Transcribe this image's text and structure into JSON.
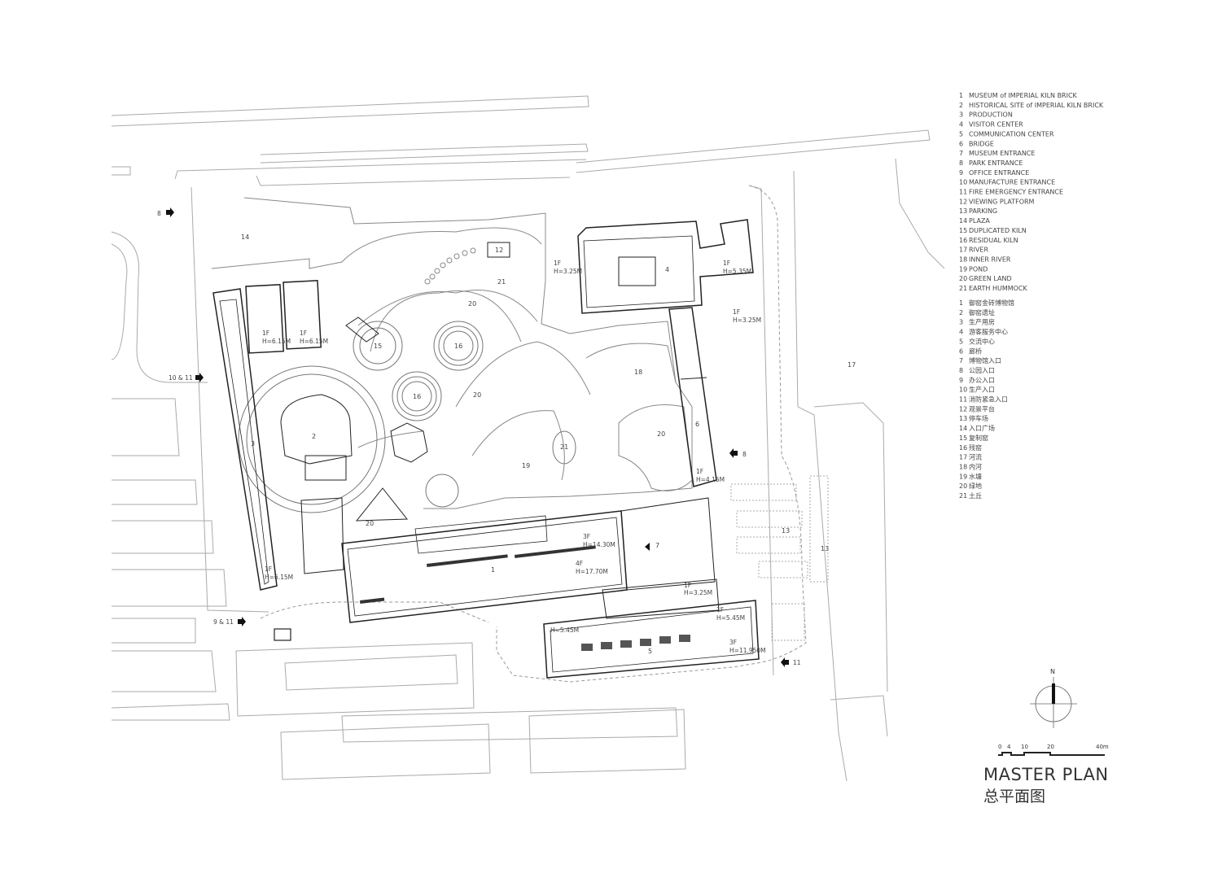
{
  "legend_en": [
    {
      "no": "1",
      "text": "MUSEUM of IMPERIAL KILN BRICK"
    },
    {
      "no": "2",
      "text": "HISTORICAL SITE of IMPERIAL KILN BRICK"
    },
    {
      "no": "3",
      "text": "PRODUCTION"
    },
    {
      "no": "4",
      "text": "VISITOR CENTER"
    },
    {
      "no": "5",
      "text": "COMMUNICATION CENTER"
    },
    {
      "no": "6",
      "text": "BRIDGE"
    },
    {
      "no": "7",
      "text": "MUSEUM ENTRANCE"
    },
    {
      "no": "8",
      "text": "PARK ENTRANCE"
    },
    {
      "no": "9",
      "text": "OFFICE ENTRANCE"
    },
    {
      "no": "10",
      "text": "MANUFACTURE ENTRANCE"
    },
    {
      "no": "11",
      "text": "FIRE EMERGENCY ENTRANCE"
    },
    {
      "no": "12",
      "text": "VIEWING PLATFORM"
    },
    {
      "no": "13",
      "text": "PARKING"
    },
    {
      "no": "14",
      "text": "PLAZA"
    },
    {
      "no": "15",
      "text": "DUPLICATED KILN"
    },
    {
      "no": "16",
      "text": "RESIDUAL KILN"
    },
    {
      "no": "17",
      "text": "RIVER"
    },
    {
      "no": "18",
      "text": "INNER RIVER"
    },
    {
      "no": "19",
      "text": "POND"
    },
    {
      "no": "20",
      "text": "GREEN LAND"
    },
    {
      "no": "21",
      "text": "EARTH HUMMOCK"
    }
  ],
  "legend_cn": [
    {
      "no": "1",
      "text": "御窑金砖博物馆"
    },
    {
      "no": "2",
      "text": "御窑遗址"
    },
    {
      "no": "3",
      "text": "生产用房"
    },
    {
      "no": "4",
      "text": "游客服务中心"
    },
    {
      "no": "5",
      "text": "交流中心"
    },
    {
      "no": "6",
      "text": "廊桥"
    },
    {
      "no": "7",
      "text": "博物馆入口"
    },
    {
      "no": "8",
      "text": "公园入口"
    },
    {
      "no": "9",
      "text": "办公入口"
    },
    {
      "no": "10",
      "text": "生产入口"
    },
    {
      "no": "11",
      "text": "消防紧急入口"
    },
    {
      "no": "12",
      "text": "观景平台"
    },
    {
      "no": "13",
      "text": "停车场"
    },
    {
      "no": "14",
      "text": "入口广场"
    },
    {
      "no": "15",
      "text": "复制窑"
    },
    {
      "no": "16",
      "text": "残窑"
    },
    {
      "no": "17",
      "text": "河流"
    },
    {
      "no": "18",
      "text": "内河"
    },
    {
      "no": "19",
      "text": "水塘"
    },
    {
      "no": "20",
      "text": "绿地"
    },
    {
      "no": "21",
      "text": "土丘"
    }
  ],
  "title": {
    "en": "MASTER PLAN",
    "cn": "总平面图"
  },
  "north_label": "N",
  "scale_labels": [
    "0",
    "4",
    "10",
    "20",
    "40m"
  ],
  "map_labels": {
    "l14": "14",
    "l21": "21",
    "l20a": "20",
    "l20b": "20",
    "l20c": "20",
    "l20d": "20",
    "l15": "15",
    "l16a": "16",
    "l16b": "16",
    "l12": "12",
    "l4": "4",
    "l18": "18",
    "l17": "17",
    "l6": "6",
    "l19": "19",
    "l21b": "21",
    "l2": "2",
    "l3": "3",
    "l1": "1",
    "l7": "7",
    "l5": "5",
    "l13a": "13",
    "l13b": "13"
  },
  "building_labels": {
    "b1f_a": "1F",
    "b1f_a_h": "H=6.15M",
    "b1f_b": "1F",
    "b1f_b_h": "H=6.15M",
    "b1f_c": "1F",
    "b1f_c_h": "H=6.15M",
    "b1f_d": "1F",
    "b1f_d_h": "H=3.25M",
    "b1f_e": "1F",
    "b1f_e_h": "H=5.35M",
    "b1f_f": "1F",
    "b1f_f_h": "H=3.25M",
    "b1f_g": "1F",
    "b1f_g_h": "H=4.15M",
    "b3f_a": "3F",
    "b3f_a_h": "H=14.30M",
    "b4f": "4F",
    "b4f_h": "H=17.70M",
    "b1f_h": "1F",
    "b1f_h_h": "H=3.25M",
    "b1f_i": "1F",
    "b1f_i_h": "H=5.45M",
    "b3f_b": "3F",
    "b3f_b_h": "H=11.950M",
    "b_small": "H=5.45M"
  },
  "entrance_labels": {
    "e8a": "8",
    "e10_11": "10 & 11",
    "e9_11": "9 & 11",
    "e8b": "8",
    "e11": "11"
  }
}
